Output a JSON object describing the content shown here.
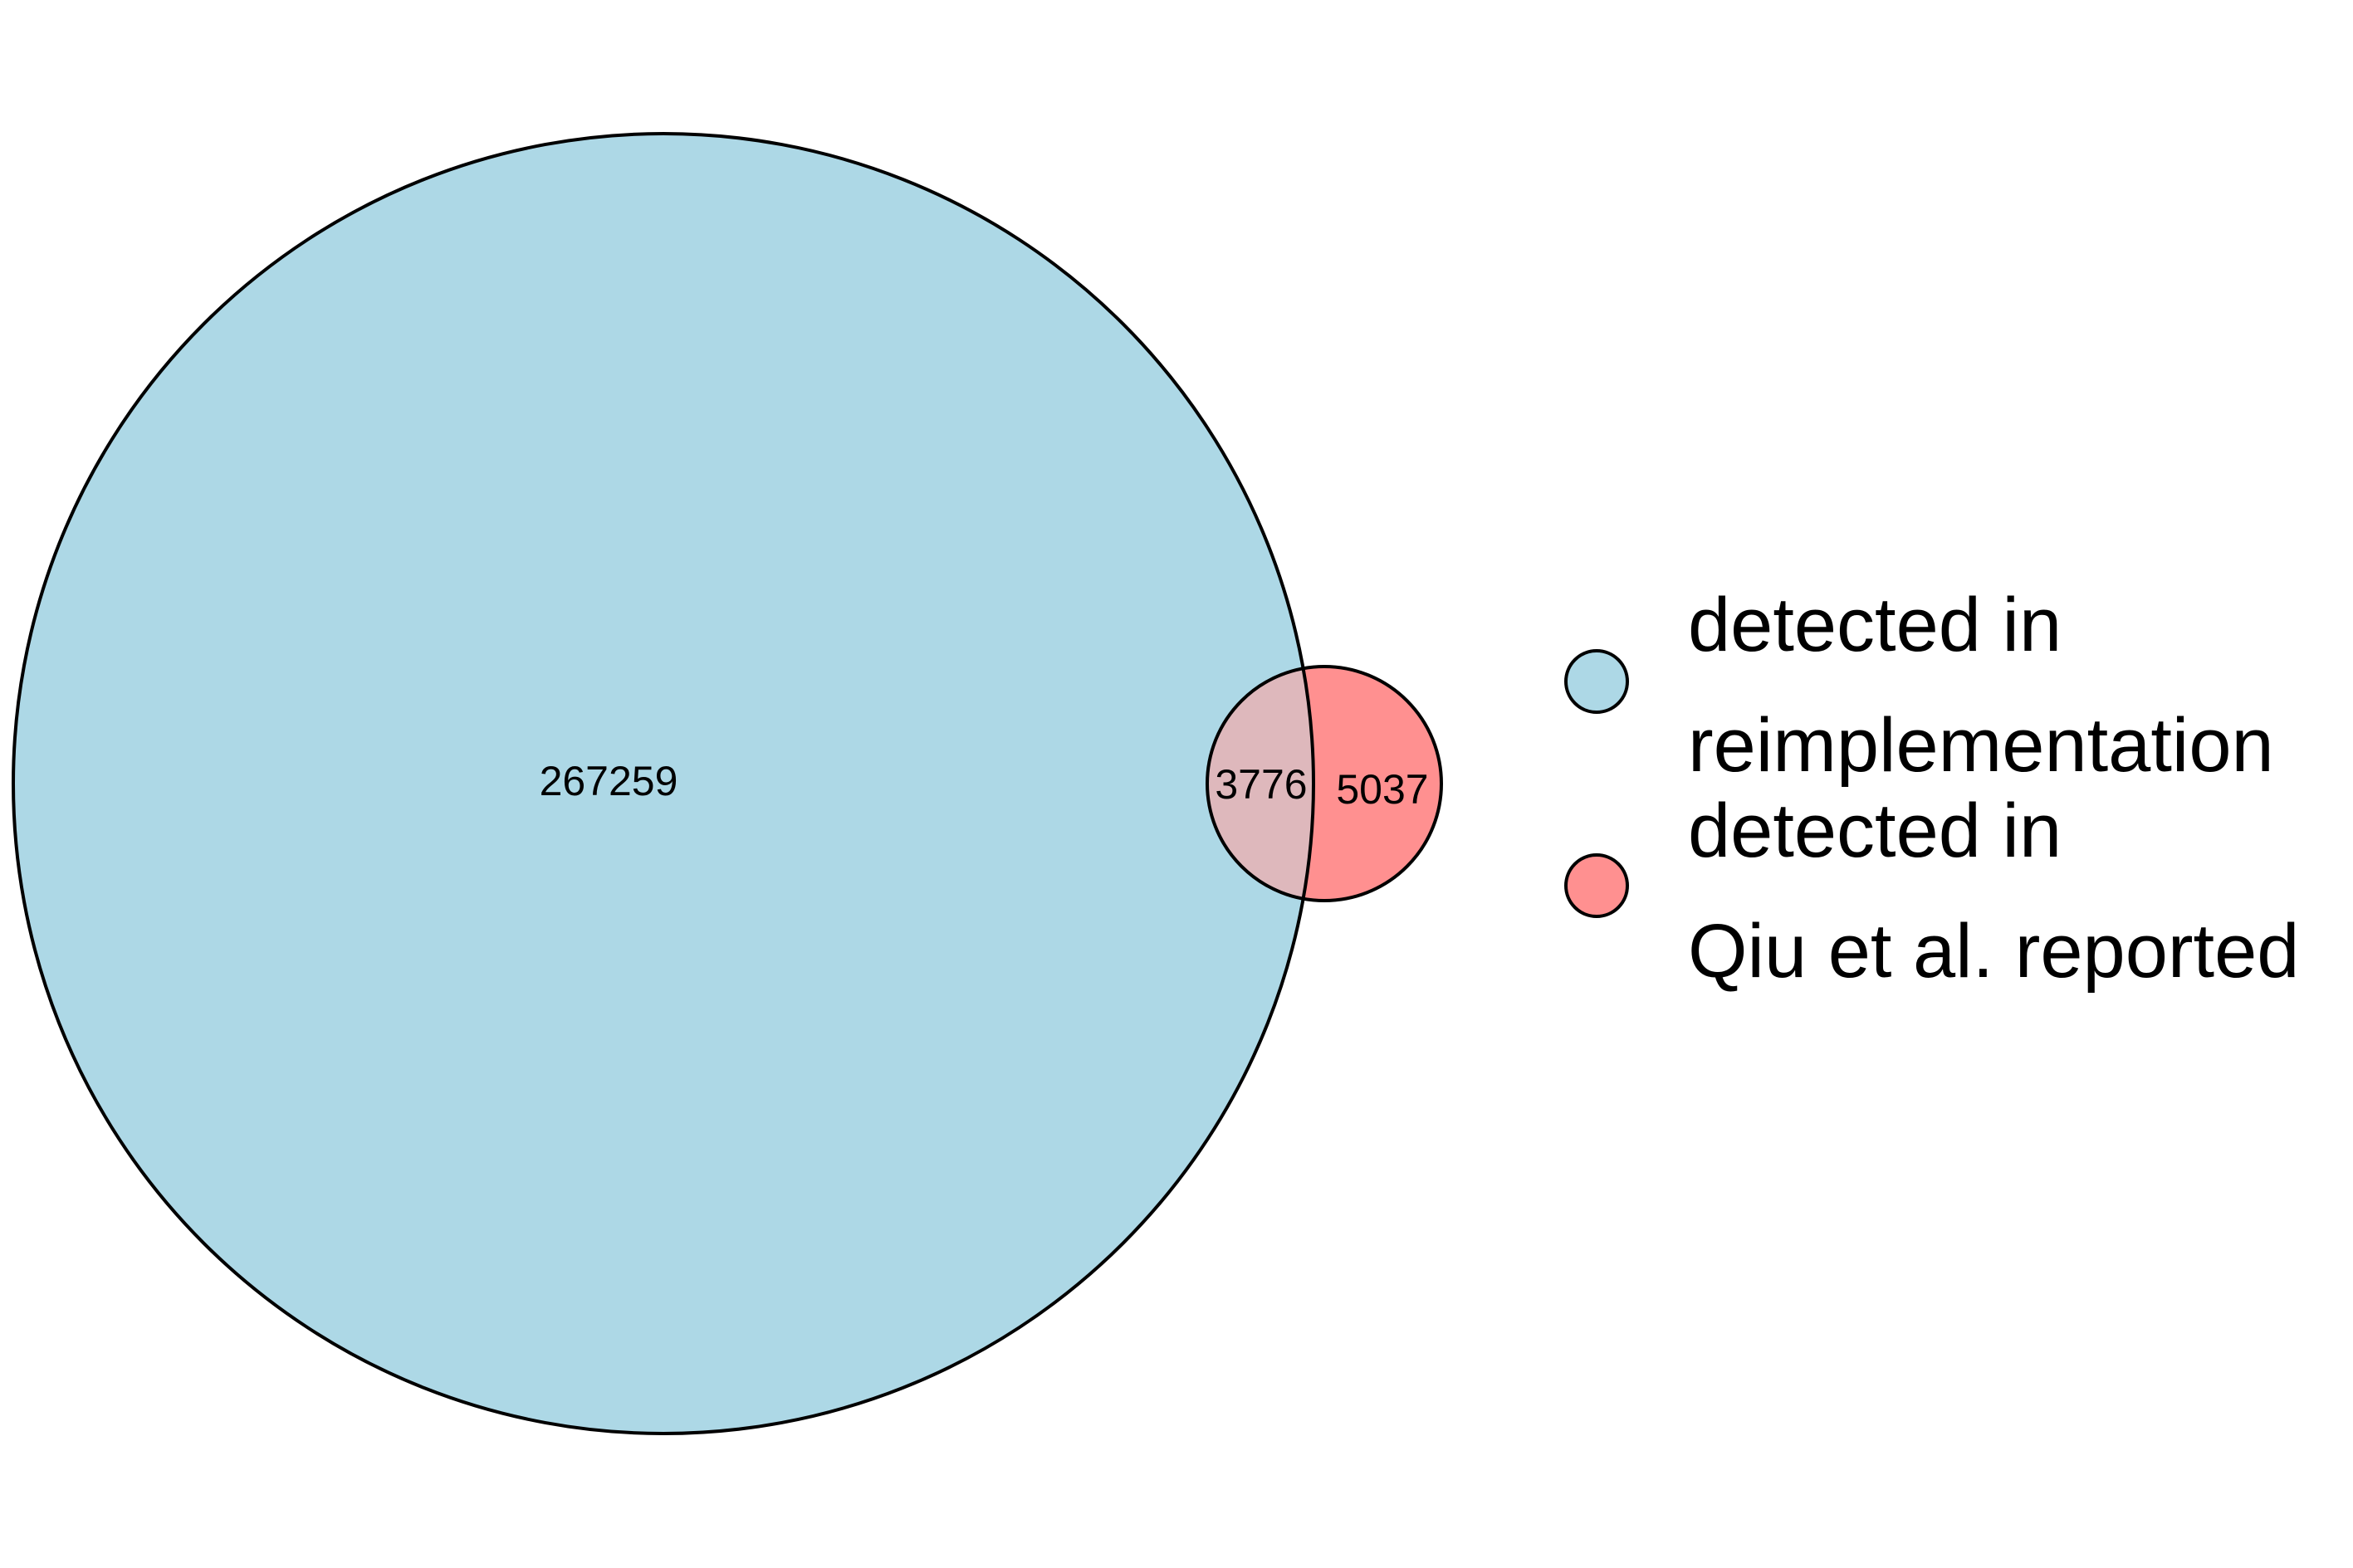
{
  "diagram": {
    "type": "venn",
    "sets": [
      {
        "legend_line1": "detected in",
        "legend_line2": "reimplementation",
        "color": "#add8e6"
      },
      {
        "legend_line1": "detected in",
        "legend_line2": "Qiu et al. reported",
        "color": "#ff9090"
      }
    ],
    "regions": {
      "only_reimplementation": "267259",
      "overlap": "3776",
      "only_qiu": "5037"
    },
    "overlap_color": "#deb8bc",
    "outline_color": "#000000"
  }
}
